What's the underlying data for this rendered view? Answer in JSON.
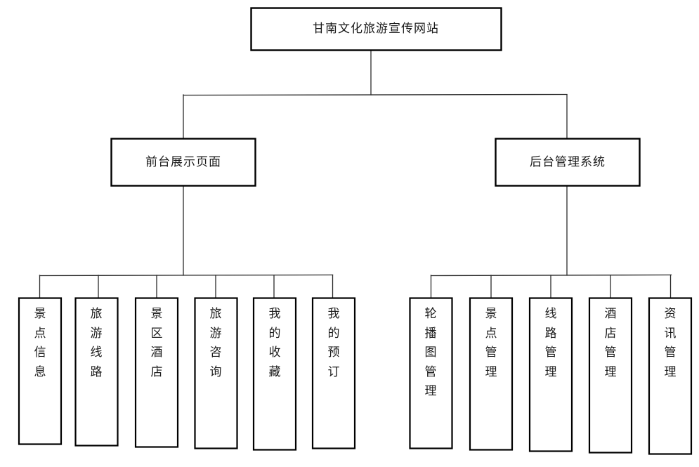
{
  "diagram": {
    "type": "tree-hierarchy",
    "title": "甘南文化旅游宣传网站",
    "root": {
      "label": "甘南文化旅游宣传网站",
      "orientation": "horizontal"
    },
    "level2": [
      {
        "label": "前台展示页面",
        "orientation": "horizontal"
      },
      {
        "label": "后台管理系统",
        "orientation": "horizontal"
      }
    ],
    "frontend_leaves": [
      {
        "label": "景点信息",
        "chars": [
          "景",
          "点",
          "信",
          "息"
        ]
      },
      {
        "label": "旅游线路",
        "chars": [
          "旅",
          "游",
          "线",
          "路"
        ]
      },
      {
        "label": "景区酒店",
        "chars": [
          "景",
          "区",
          "酒",
          "店"
        ]
      },
      {
        "label": "旅游咨询",
        "chars": [
          "旅",
          "游",
          "咨",
          "询"
        ]
      },
      {
        "label": "我的收藏",
        "chars": [
          "我",
          "的",
          "收",
          "藏"
        ]
      },
      {
        "label": "我的预订",
        "chars": [
          "我",
          "的",
          "预",
          "订"
        ]
      }
    ],
    "backend_leaves": [
      {
        "label": "轮播图管理",
        "chars": [
          "轮",
          "播",
          "图",
          "管",
          "理"
        ]
      },
      {
        "label": "景点管理",
        "chars": [
          "景",
          "点",
          "管",
          "理"
        ]
      },
      {
        "label": "线路管理",
        "chars": [
          "线",
          "路",
          "管",
          "理"
        ]
      },
      {
        "label": "酒店管理",
        "chars": [
          "酒",
          "店",
          "管",
          "理"
        ]
      },
      {
        "label": "资讯管理",
        "chars": [
          "资",
          "讯",
          "管",
          "理"
        ]
      }
    ],
    "colors": {
      "background": "#ffffff",
      "box_border": "#000000",
      "connector": "#2b2b2b",
      "text": "#1a1a1a"
    }
  }
}
